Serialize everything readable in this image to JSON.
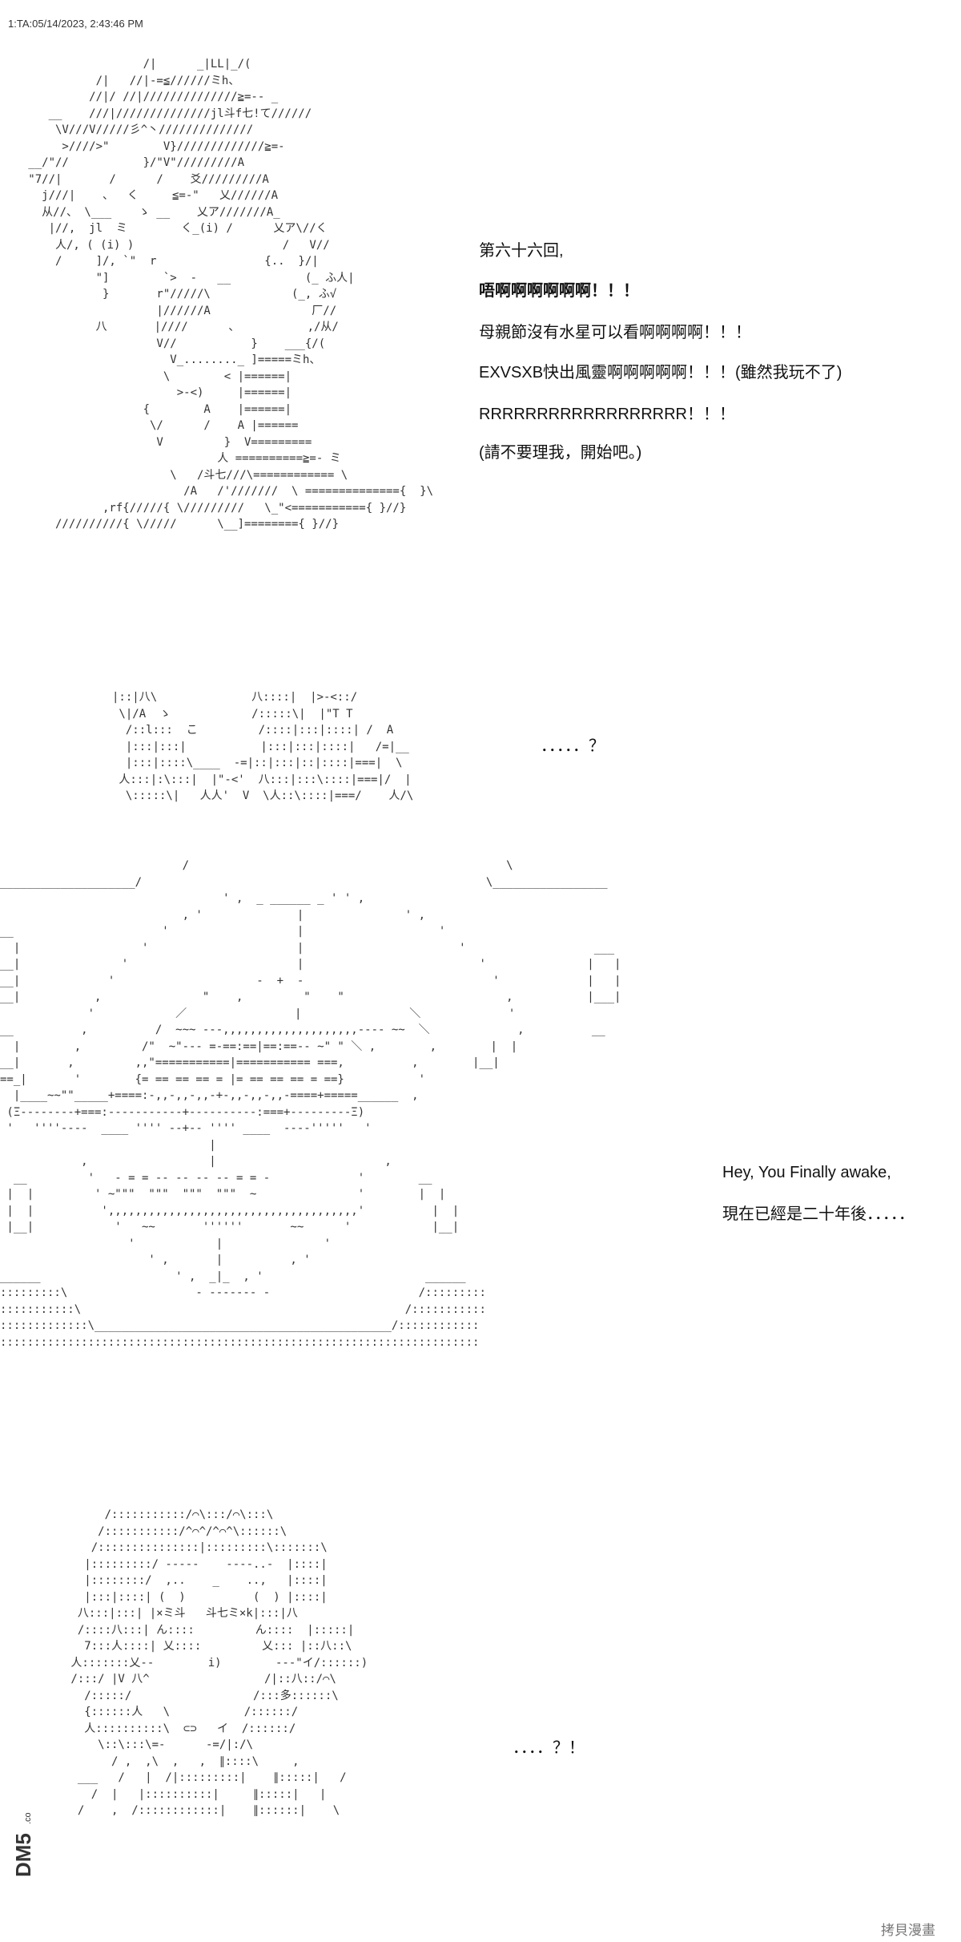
{
  "post_header": "1:TA:05/14/2023, 2:43:46 PM",
  "panel1": {
    "lines": [
      "第六十六回,",
      "唔啊啊啊啊啊啊！！！",
      "母親節沒有水星可以看啊啊啊啊！！！",
      "EXVSXB快出風靈啊啊啊啊啊！！！(雖然我玩不了)",
      "RRRRRRRRRRRRRRRRRR！！！",
      "(請不要理我，開始吧。)"
    ]
  },
  "panel2": {
    "line": "．．．．．？"
  },
  "panel3": {
    "lines": [
      "Hey, You Finally awake,",
      "現在已經是二十年後．．．．．"
    ]
  },
  "panel4": {
    "line": "．．．．？！"
  },
  "stamp": {
    "text": "DM5",
    "sub": ".com"
  },
  "watermark": "拷貝漫畫"
}
